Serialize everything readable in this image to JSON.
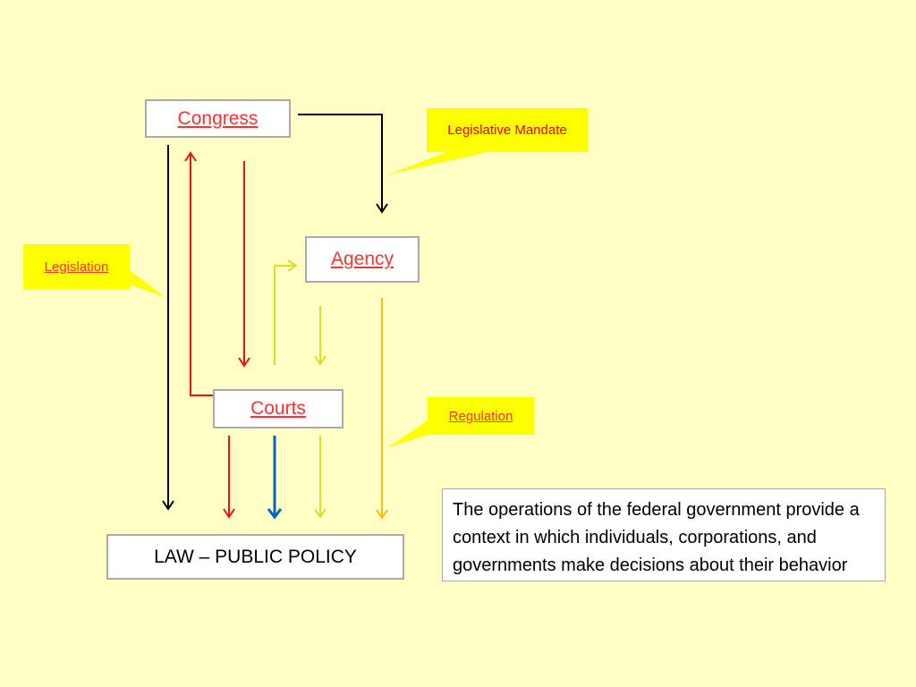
{
  "boxes": {
    "congress": "Congress",
    "agency": "Agency",
    "courts": "Courts",
    "law": "LAW – PUBLIC POLICY"
  },
  "callouts": {
    "legislative_mandate": "Legislative Mandate",
    "legislation": "Legislation",
    "regulation": "Regulation"
  },
  "note": "The operations of the federal government provide a context in which individuals, corporations, and governments make decisions about their behavior",
  "colors": {
    "background": "#ffffc6",
    "callout_fill": "#ffff00",
    "black_arrow": "#000000",
    "red_arrow": "#ee1111",
    "lime_arrow": "#dddd22",
    "blue_arrow": "#0066bb",
    "orange_arrow": "#ffbb11"
  }
}
